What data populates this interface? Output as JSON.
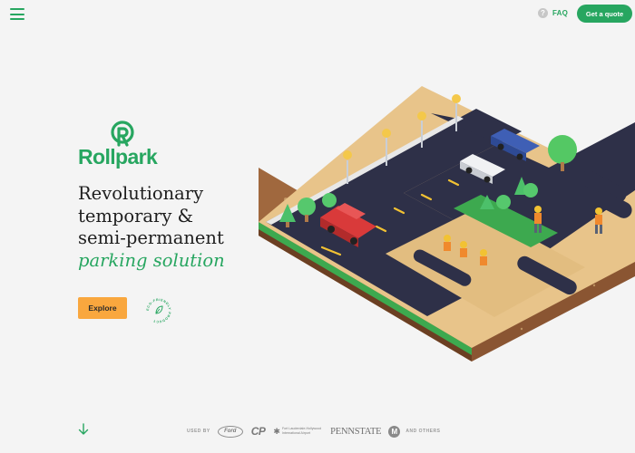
{
  "header": {
    "faq_icon_glyph": "?",
    "faq_label": "FAQ",
    "quote_label": "Get a quote"
  },
  "hero": {
    "logo_text": "Rollpark",
    "headline_lines": [
      "Revolutionary",
      "temporary &",
      "semi-permanent"
    ],
    "headline_accent": "parking solution",
    "explore_label": "Explore",
    "eco_badge_text": "ECO-FRIENDLY PRODUCT"
  },
  "footer": {
    "used_by_label": "USED BY",
    "logos": [
      {
        "name": "ford",
        "text": "Ford"
      },
      {
        "name": "cp",
        "text": "CP"
      },
      {
        "name": "fll",
        "line1": "Fort Lauderdale-Hollywood",
        "line2": "International Airport"
      },
      {
        "name": "pennstate",
        "text": "PENNSTATE"
      },
      {
        "name": "m",
        "text": "M"
      }
    ],
    "and_others_label": "AND OTHERS"
  },
  "colors": {
    "brand_green": "#27a660",
    "cta_orange": "#f9a73e",
    "background": "#f4f4f4"
  },
  "icons": [
    "menu-icon",
    "help-icon",
    "arrow-down-icon",
    "eco-leaf-icon"
  ]
}
